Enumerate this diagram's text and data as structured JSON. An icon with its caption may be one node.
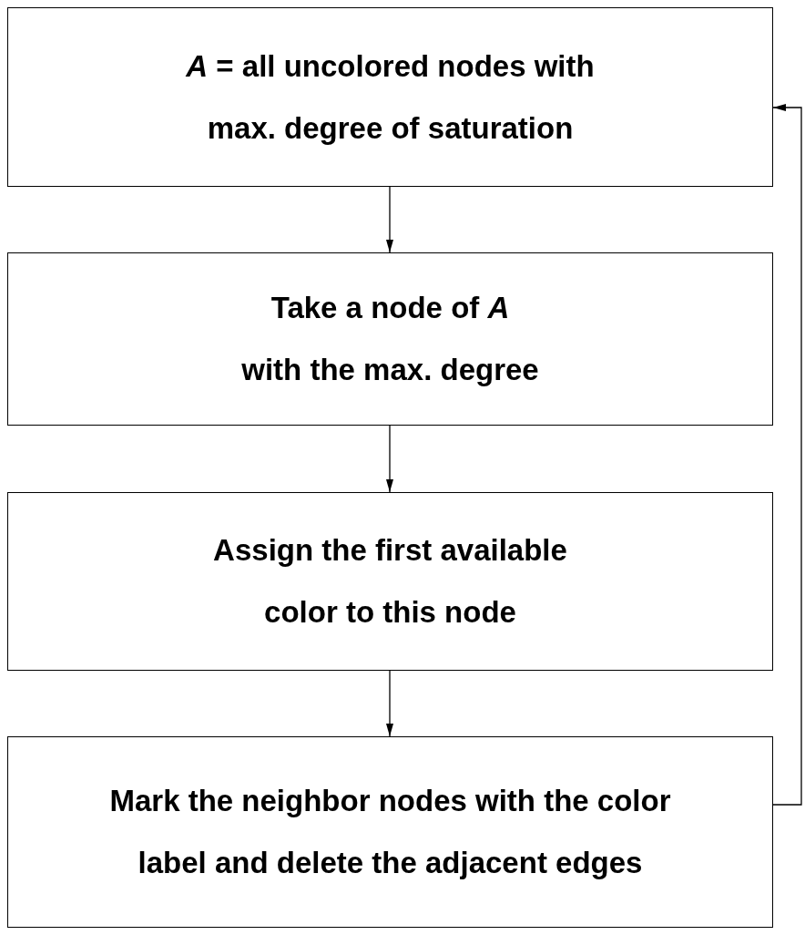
{
  "diagram": {
    "nodes": [
      {
        "text": [
          "*A* = all uncolored nodes with max. degree of saturation"
        ]
      },
      {
        "text": [
          "Take a node of *A* with the max. degree"
        ]
      },
      {
        "text": [
          "Assign the first available color to this node"
        ]
      },
      {
        "text": [
          "Mark the neighbor nodes with the color label and delete the adjacent edges"
        ]
      }
    ],
    "edges": [
      {
        "from": 0,
        "to": 1,
        "arrow": "to"
      },
      {
        "from": 1,
        "to": 2,
        "arrow": "to"
      },
      {
        "from": 2,
        "to": 3,
        "arrow": "to"
      },
      {
        "from": 3,
        "to": 0,
        "arrow": "to"
      }
    ]
  }
}
